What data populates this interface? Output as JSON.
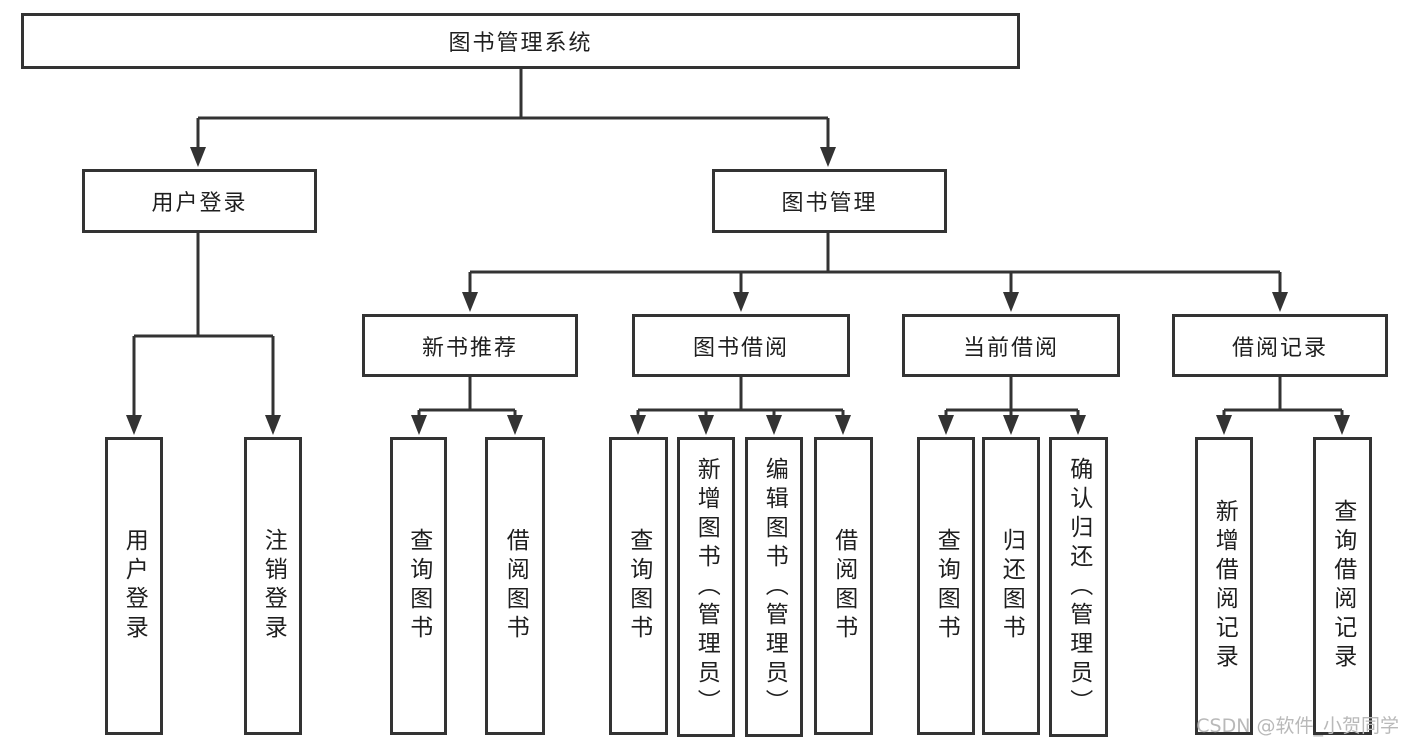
{
  "tree": {
    "label": "图书管理系统",
    "children": [
      {
        "label": "用户登录",
        "children": [
          {
            "label": "用户登录"
          },
          {
            "label": "注销登录"
          }
        ]
      },
      {
        "label": "图书管理",
        "children": [
          {
            "label": "新书推荐",
            "children": [
              {
                "label": "查询图书"
              },
              {
                "label": "借阅图书"
              }
            ]
          },
          {
            "label": "图书借阅",
            "children": [
              {
                "label": "查询图书"
              },
              {
                "label": "新增图书（管理员）"
              },
              {
                "label": "编辑图书（管理员）"
              },
              {
                "label": "借阅图书"
              }
            ]
          },
          {
            "label": "当前借阅",
            "children": [
              {
                "label": "查询图书"
              },
              {
                "label": "归还图书"
              },
              {
                "label": "确认归还（管理员）"
              }
            ]
          },
          {
            "label": "借阅记录",
            "children": [
              {
                "label": "新增借阅记录"
              },
              {
                "label": "查询借阅记录"
              }
            ]
          }
        ]
      }
    ]
  },
  "watermark": {
    "text": "CSDN @软件_小贺同学"
  },
  "colors": {
    "line": "#333333",
    "box_border": "#333333",
    "text": "#1f1f1f",
    "background": "#ffffff",
    "watermark": "#b9b9b9"
  }
}
